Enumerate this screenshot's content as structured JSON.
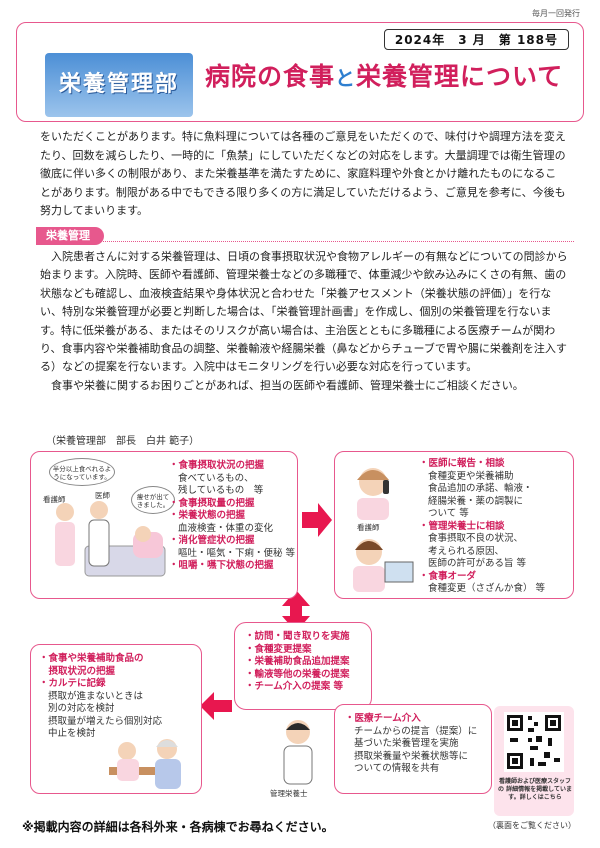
{
  "top_note": "毎月一回発行",
  "header": {
    "issue": "2024年　3 月　第 188号",
    "dept": "栄養管理部",
    "title_a": "病院の食事",
    "title_to": "と",
    "title_b": "栄養管理について"
  },
  "intro": "をいただくことがあります。特に魚料理については各種のご意見をいただくので、味付けや調理方法を変えたり、回数を減らしたり、一時的に「魚禁」にしていただくなどの対応をします。大量調理では衛生管理の徹底に伴い多くの制限があり、また栄養基準を満たすために、家庭料理や外食とかけ離れたものになることがあります。制限がある中でもできる限り多くの方に満足していただけるよう、ご意見を参考に、今後も努力してまいります。",
  "section": {
    "title": "栄養管理"
  },
  "body": {
    "p1": "入院患者さんに対する栄養管理は、日頃の食事摂取状況や食物アレルギーの有無などについての問診から始まります。入院時、医師や看護師、管理栄養士などの多職種で、体重減少や飲み込みにくさの有無、歯の状態なども確認し、血液検査結果や身体状況と合わせた「栄養アセスメント（栄養状態の評価）」を行ない、特別な栄養管理が必要と判断した場合は、「栄養管理計画書」を作成し、個別の栄養管理を行ないます。特に低栄養がある、またはそのリスクが高い場合は、主治医とともに多職種による医療チームが関わり、食事内容や栄養補助食品の調整、栄養輸液や経腸栄養（鼻などからチューブで胃や腸に栄養剤を注入する）などの提案を行ないます。入院中はモニタリングを行い必要な対応を行っています。",
    "p2": "食事や栄養に関するお困りごとがあれば、担当の医師や看護師、管理栄養士にご相談ください。"
  },
  "author": "（栄養管理部　部長　白井 範子）",
  "box1": {
    "speech_a": "半分以上食べれるようになっています。",
    "speech_b": "痩せが出てきました。",
    "label_nurse": "看護師",
    "label_doctor": "医師",
    "items": [
      {
        "head": "・食事摂取状況の把握",
        "subs": [
          "食べているもの、",
          "残しているもの　等"
        ]
      },
      {
        "head": "・食事摂取量の把握",
        "subs": []
      },
      {
        "head": "・栄養状態の把握",
        "subs": [
          "血液検査・体重の変化"
        ]
      },
      {
        "head": "・消化管症状の把握",
        "subs": [
          "嘔吐・嘔気・下痢・便秘 等"
        ]
      },
      {
        "head": "・咀嚼・嚥下状態の把握",
        "subs": []
      }
    ]
  },
  "box2": {
    "label_nurse": "看護師",
    "items": [
      {
        "head": "・医師に報告・相談",
        "subs": [
          "食種変更や栄養補助",
          "食品追加の承諾、輸液・",
          "経腸栄養・薬の調製に",
          "ついて 等"
        ]
      },
      {
        "head": "・管理栄養士に相談",
        "subs": [
          "食事摂取不良の状況、",
          "考えられる原因、",
          "医師の許可がある旨 等"
        ]
      },
      {
        "head": "・食事オーダ",
        "subs": [
          "食種変更（さざんか食） 等"
        ]
      }
    ]
  },
  "center": {
    "items": [
      "・訪問・聞き取りを実施",
      "・食種変更提案",
      "・栄養補助食品追加提案",
      "・輸液等他の栄養の提案",
      "・チーム介入の提案 等"
    ]
  },
  "box3": {
    "items": [
      {
        "head": "・食事や栄養補助食品の",
        "subs": []
      },
      {
        "head": "　摂取状況の把握",
        "subs": []
      },
      {
        "head": "・カルテに記録",
        "subs": [
          "摂取が進まないときは",
          "別の対応を検討",
          "摂取量が増えたら個別対応",
          "中止を検討"
        ]
      }
    ]
  },
  "box4": {
    "head": "・医療チーム介入",
    "subs": [
      "チームからの提言（提案）に",
      "基づいた栄養管理を実施",
      "摂取栄養量や栄養状態等に",
      "ついての情報を共有"
    ]
  },
  "label_dietitian": "管理栄養士",
  "qr": {
    "text": "看護師および医療スタッフの 詳細情報を掲載しています。詳しくはこちら"
  },
  "footer": {
    "left": "※掲載内容の詳細は各科外来・各病棟でお尋ねください。",
    "right": "（裏面をご覧ください）"
  },
  "colors": {
    "accent": "#e7588d",
    "title": "#d11f5c",
    "dept_blue": "#4c8fd6",
    "arrow": "#e8174f"
  }
}
